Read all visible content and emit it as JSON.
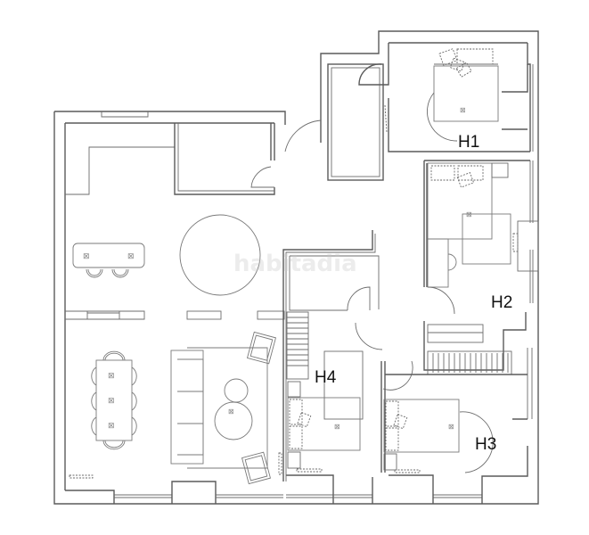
{
  "floor_plan": {
    "watermark": "habitadia",
    "rooms": [
      {
        "id": "H1",
        "label": "H1",
        "type": "bedroom"
      },
      {
        "id": "H2",
        "label": "H2",
        "type": "bedroom"
      },
      {
        "id": "H3",
        "label": "H3",
        "type": "bedroom"
      },
      {
        "id": "H4",
        "label": "H4",
        "type": "bedroom"
      }
    ],
    "unlabeled_areas": [
      "living-dining-room",
      "kitchen",
      "bathroom",
      "closet",
      "hallway"
    ],
    "colors": {
      "background": "#ffffff",
      "lines": "#5a5a5a",
      "labels": "#111111"
    }
  }
}
